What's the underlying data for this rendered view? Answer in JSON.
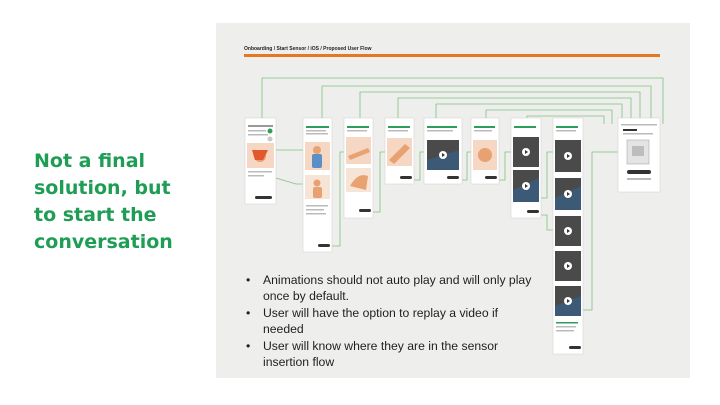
{
  "headline": {
    "lines": [
      "Not a final",
      "solution, but",
      "to start the",
      "conversation"
    ]
  },
  "board": {
    "title": "Onboarding / Start Sensor / iOS / Proposed User Flow"
  },
  "bullets": [
    {
      "text": "Animations should not auto play and will only play once by default."
    },
    {
      "text": "User will have the option to replay a video if needed"
    },
    {
      "text": "User will know where they are in the sensor insertion flow"
    }
  ],
  "colors": {
    "headline": "#1f9d55",
    "accent_rule": "#e87722",
    "connector": "#7cc47c",
    "board_bg": "#eeeeec",
    "video_tile": "#4a4a4a"
  },
  "icons": [
    "play-icon",
    "bullet-dot"
  ]
}
